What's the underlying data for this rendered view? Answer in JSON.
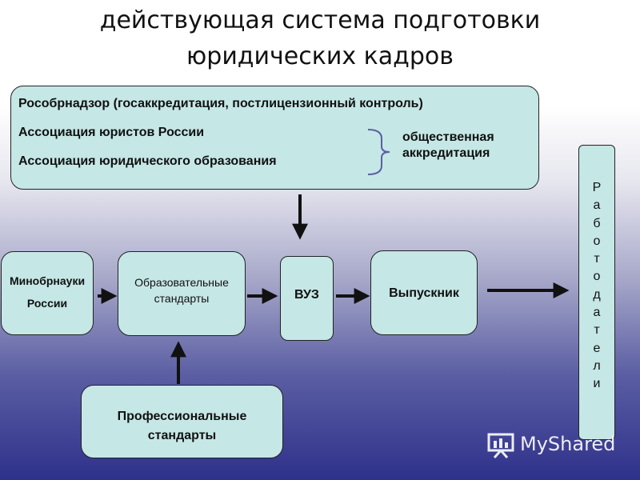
{
  "title": {
    "line1": "действующая система подготовки",
    "line2": "юридических кадров"
  },
  "top_panel": {
    "line1": "Рособрнадзор (госаккредитация, постлицензионный контроль)",
    "line2": "Ассоциация юристов России",
    "line3": "Ассоциация юридического образования",
    "public_accreditation_line1": "общественная",
    "public_accreditation_line2": "аккредитация"
  },
  "nodes": {
    "ministry_line1": "Минобрнауки",
    "ministry_line2": "России",
    "standards_line1": "Образовательные",
    "standards_line2": "стандарты",
    "university": "ВУЗ",
    "graduate": "Выпускник",
    "prof_standards_line1": "Профессиональные",
    "prof_standards_line2": "стандарты",
    "employers": "Работодатели"
  },
  "watermark": {
    "text": "MyShared"
  },
  "colors": {
    "box_fill": "#c5e7e6",
    "border": "#222222",
    "arrow": "#111111",
    "background_bottom": "#2e318a"
  }
}
